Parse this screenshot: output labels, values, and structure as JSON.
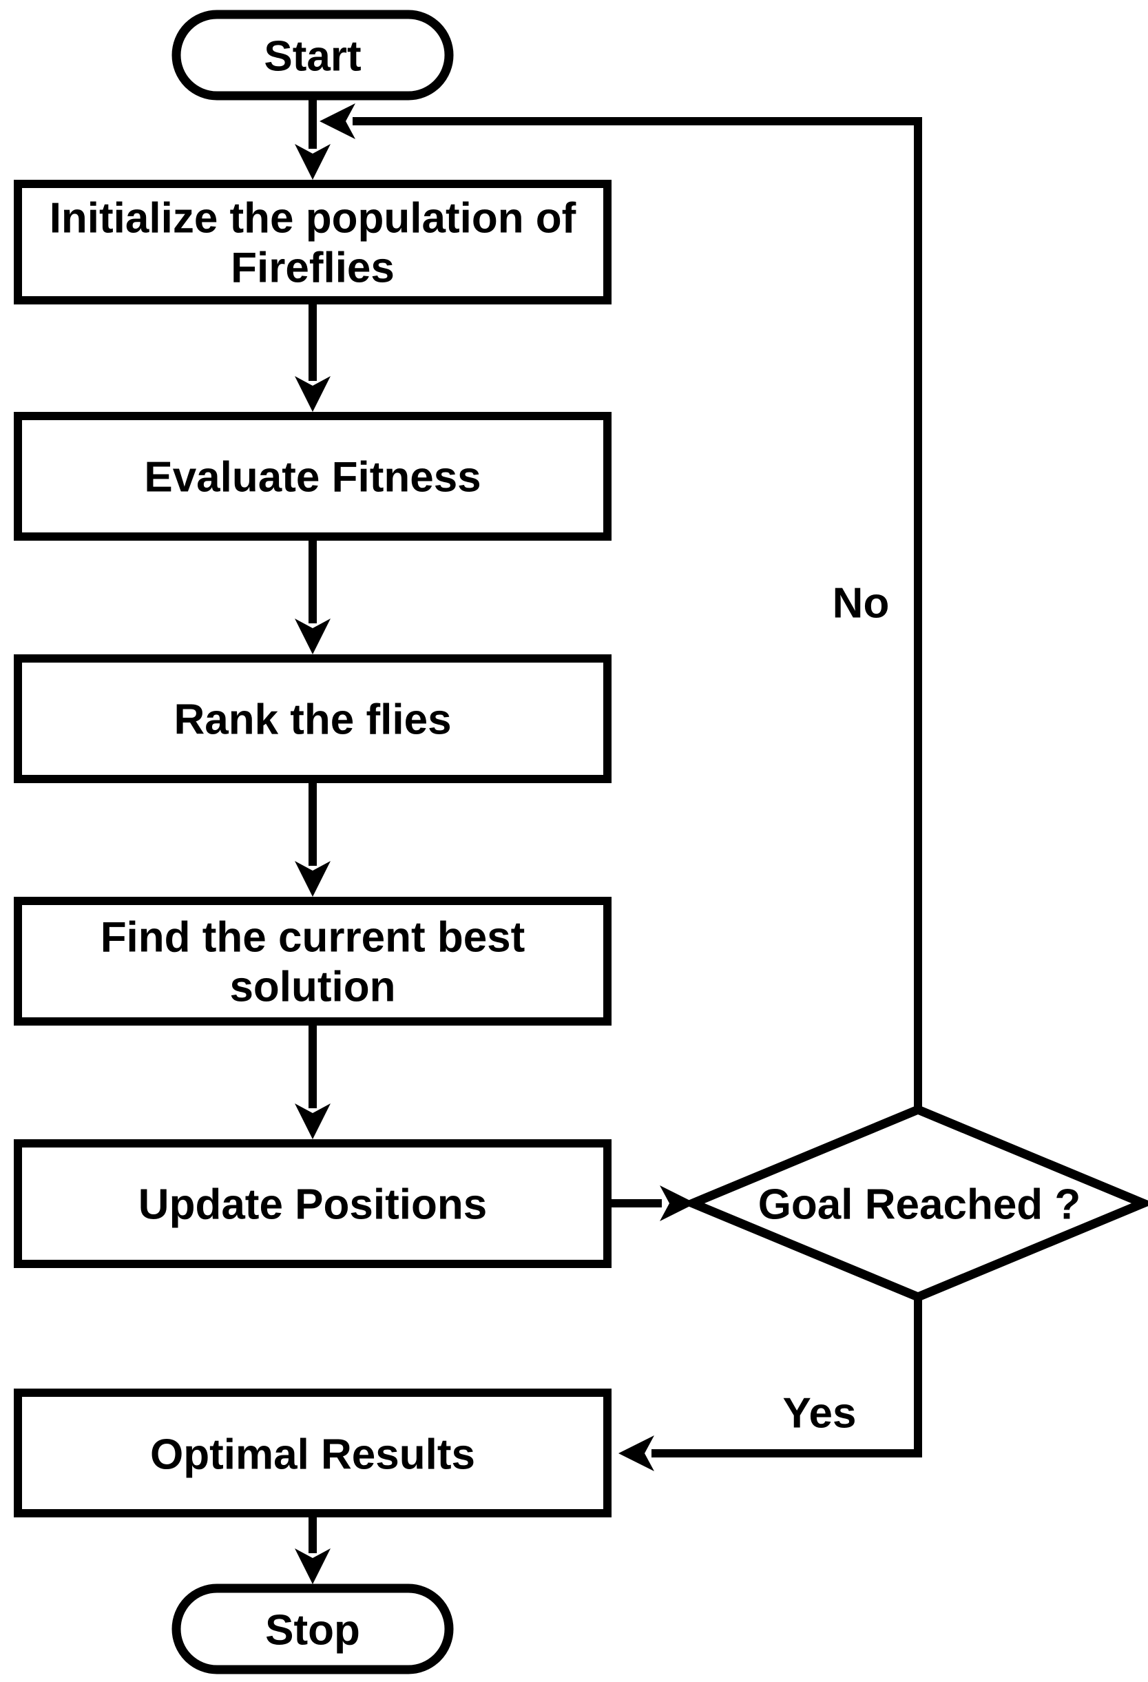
{
  "flowchart": {
    "background_color": "#ffffff",
    "line_color": "#000000",
    "node_fill_color": "#ffffff",
    "nodes": {
      "start": {
        "shape": "terminator",
        "label": "Start"
      },
      "initialize": {
        "shape": "process",
        "label_line1": "Initialize the population of",
        "label_line2": "Fireflies"
      },
      "evaluate": {
        "shape": "process",
        "label": "Evaluate Fitness"
      },
      "rank": {
        "shape": "process",
        "label": "Rank the flies"
      },
      "find_best": {
        "shape": "process",
        "label_line1": "Find the current best",
        "label_line2": "solution"
      },
      "update": {
        "shape": "process",
        "label": "Update Positions"
      },
      "goal": {
        "shape": "decision",
        "label": "Goal Reached ?"
      },
      "optimal": {
        "shape": "process",
        "label": "Optimal Results"
      },
      "stop": {
        "shape": "terminator",
        "label": "Stop"
      }
    },
    "edge_labels": {
      "no": "No",
      "yes": "Yes"
    }
  }
}
